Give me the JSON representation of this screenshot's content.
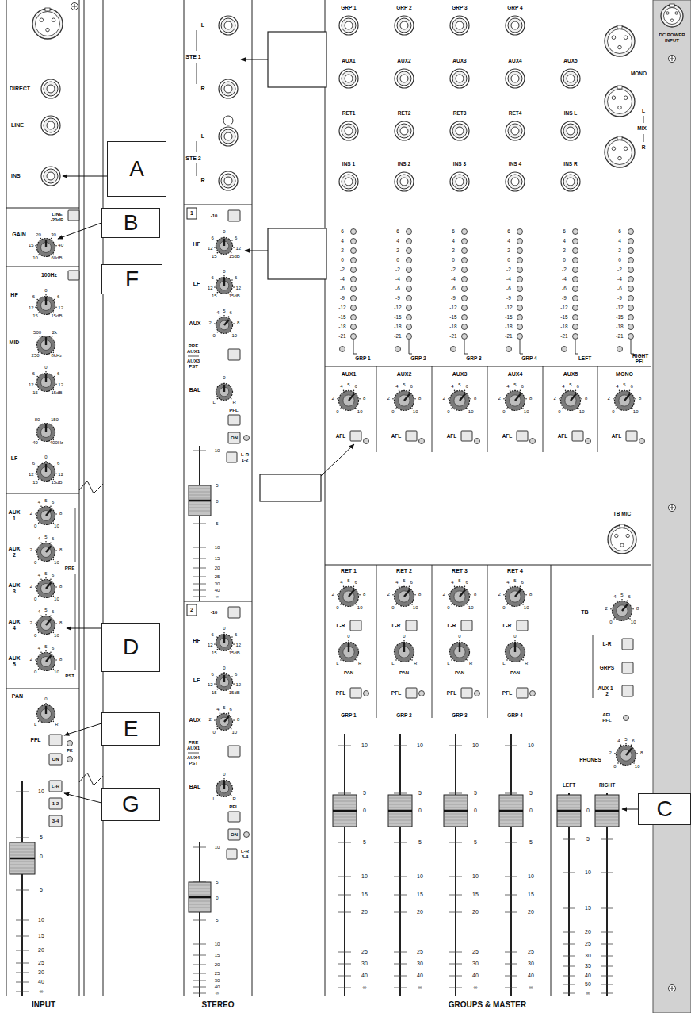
{
  "diagram": {
    "nodes": [
      {
        "text": [
          "A"
        ]
      },
      {
        "text": [
          "B"
        ]
      },
      {
        "text": [
          "F"
        ]
      },
      {
        "text": [
          "D"
        ]
      },
      {
        "text": [
          "E"
        ]
      },
      {
        "text": [
          "G"
        ]
      },
      {
        "text": [
          "C"
        ]
      }
    ],
    "labels": [
      "DIRECT",
      "LINE",
      "INS",
      "LINE -20dB",
      "GAIN",
      "15",
      "20",
      "30",
      "40",
      "10",
      "60dB",
      "100Hz",
      "HF",
      "0",
      "6",
      "6",
      "12",
      "12",
      "15",
      "15dB",
      "MID",
      "500",
      "2k",
      "250",
      "8kHz",
      "0",
      "6",
      "6",
      "12",
      "12",
      "15",
      "15dB",
      "LF",
      "80",
      "150",
      "40",
      "400Hz",
      "0",
      "6",
      "6",
      "12",
      "12",
      "15",
      "15dB",
      "AUX 1",
      "0",
      "2",
      "4",
      "5",
      "6",
      "8",
      "10",
      "AUX 2",
      "0",
      "2",
      "4",
      "5",
      "6",
      "8",
      "10",
      "AUX 3",
      "0",
      "2",
      "4",
      "5",
      "6",
      "8",
      "10",
      "AUX 4",
      "0",
      "2",
      "4",
      "5",
      "6",
      "8",
      "10",
      "AUX 5",
      "0",
      "2",
      "4",
      "5",
      "6",
      "8",
      "10",
      "PRE",
      "PST",
      "PAN",
      "L",
      "0",
      "R",
      "PFL",
      "PK",
      "ON",
      "L-R",
      "1-2",
      "3-4",
      "10",
      "5",
      "0",
      "5",
      "10",
      "15",
      "20",
      "25",
      "30",
      "40",
      "∞",
      "L",
      "STE 1",
      "R",
      "L",
      "STE 2",
      "R",
      "1",
      "-10",
      "HF",
      "0",
      "6",
      "6",
      "12",
      "12",
      "15",
      "15dB",
      "LF",
      "0",
      "6",
      "6",
      "12",
      "12",
      "15",
      "15dB",
      "AUX",
      "0",
      "2",
      "4",
      "5",
      "6",
      "8",
      "10",
      "PRE",
      "AUX1",
      "AUX3",
      "PST",
      "BAL",
      "L",
      "0",
      "R",
      "PFL",
      "ON",
      "L-R 1-2",
      "10",
      "5",
      "0",
      "5",
      "10",
      "15",
      "20",
      "25",
      "30",
      "40",
      "∞",
      "2",
      "-10",
      "HF",
      "0",
      "6",
      "6",
      "12",
      "12",
      "15",
      "15dB",
      "LF",
      "0",
      "6",
      "6",
      "12",
      "12",
      "15",
      "15dB",
      "AUX",
      "0",
      "2",
      "4",
      "5",
      "6",
      "8",
      "10",
      "PRE",
      "AUX1",
      "AUX4",
      "PST",
      "BAL",
      "L",
      "0",
      "R",
      "PFL",
      "ON",
      "L-R 3-4",
      "10",
      "5",
      "0",
      "5",
      "10",
      "15",
      "20",
      "25",
      "30",
      "40",
      "∞",
      "GRP 1",
      "GRP 2",
      "GRP 3",
      "GRP 4",
      "AUX1",
      "AUX2",
      "AUX3",
      "AUX4",
      "AUX5",
      "RET1",
      "RET2",
      "RET3",
      "RET4",
      "INS L",
      "INS 1",
      "INS 2",
      "INS 3",
      "INS 4",
      "INS R",
      "MONO",
      "L",
      "MIX",
      "R",
      "DC POWER INPUT",
      "6",
      "4",
      "2",
      "0",
      "-2",
      "-4",
      "-6",
      "-9",
      "-12",
      "-15",
      "-18",
      "-21",
      "6",
      "4",
      "2",
      "0",
      "-2",
      "-4",
      "-6",
      "-9",
      "-12",
      "-15",
      "-18",
      "-21",
      "6",
      "4",
      "2",
      "0",
      "-2",
      "-4",
      "-6",
      "-9",
      "-12",
      "-15",
      "-18",
      "-21",
      "6",
      "4",
      "2",
      "0",
      "-2",
      "-4",
      "-6",
      "-9",
      "-12",
      "-15",
      "-18",
      "-21",
      "6",
      "4",
      "2",
      "0",
      "-2",
      "-4",
      "-6",
      "-9",
      "-12",
      "-15",
      "-18",
      "-21",
      "6",
      "4",
      "2",
      "0",
      "-2",
      "-4",
      "-6",
      "-9",
      "-12",
      "-15",
      "-18",
      "-21",
      "GRP 1",
      "GRP 2",
      "GRP 3",
      "GRP 4",
      "LEFT",
      "RIGHT PFL",
      "AUX1",
      "0",
      "2",
      "4",
      "5",
      "6",
      "8",
      "10",
      "AFL",
      "AUX2",
      "0",
      "2",
      "4",
      "5",
      "6",
      "8",
      "10",
      "AFL",
      "AUX3",
      "0",
      "2",
      "4",
      "5",
      "6",
      "8",
      "10",
      "AFL",
      "AUX4",
      "0",
      "2",
      "4",
      "5",
      "6",
      "8",
      "10",
      "AFL",
      "AUX5",
      "0",
      "2",
      "4",
      "5",
      "6",
      "8",
      "10",
      "AFL",
      "MONO",
      "0",
      "2",
      "4",
      "5",
      "6",
      "8",
      "10",
      "AFL",
      "RET 1",
      "0",
      "2",
      "4",
      "5",
      "6",
      "8",
      "10",
      "L-R",
      "L",
      "0",
      "R",
      "PAN",
      "PFL",
      "GRP 1",
      "10",
      "5",
      "0",
      "5",
      "10",
      "15",
      "20",
      "25",
      "30",
      "40",
      "∞",
      "RET 2",
      "0",
      "2",
      "4",
      "5",
      "6",
      "8",
      "10",
      "L-R",
      "L",
      "0",
      "R",
      "PAN",
      "PFL",
      "GRP 2",
      "10",
      "5",
      "0",
      "5",
      "10",
      "15",
      "20",
      "25",
      "30",
      "40",
      "∞",
      "RET 3",
      "0",
      "2",
      "4",
      "5",
      "6",
      "8",
      "10",
      "L-R",
      "L",
      "0",
      "R",
      "PAN",
      "PFL",
      "GRP 3",
      "10",
      "5",
      "0",
      "5",
      "10",
      "15",
      "20",
      "25",
      "30",
      "40",
      "∞",
      "RET 4",
      "0",
      "2",
      "4",
      "5",
      "6",
      "8",
      "10",
      "L-R",
      "L",
      "0",
      "R",
      "PAN",
      "PFL",
      "GRP 4",
      "10",
      "5",
      "0",
      "5",
      "10",
      "15",
      "20",
      "25",
      "30",
      "40",
      "∞",
      "TB MIC",
      "TB",
      "0",
      "2",
      "4",
      "5",
      "6",
      "8",
      "10",
      "L-R",
      "GRPS",
      "AUX 1 - 2",
      "AFL PFL",
      "PHONES",
      "0",
      "2",
      "4",
      "5",
      "6",
      "8",
      "10",
      "LEFT",
      "RIGHT",
      "0",
      "5",
      "10",
      "15",
      "20",
      "25",
      "30",
      "35",
      "40",
      "50",
      "∞",
      "INPUT",
      "STEREO",
      "GROUPS & MASTER"
    ]
  }
}
